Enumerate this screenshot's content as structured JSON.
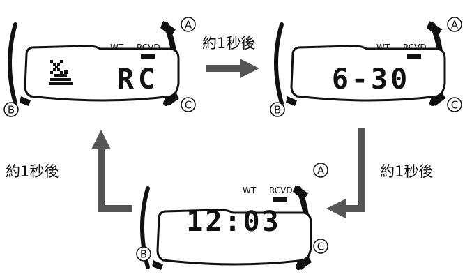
{
  "steps": [
    {
      "indicators": {
        "wt": "WT",
        "rcvd": "RCVD"
      },
      "display": "RC",
      "buttons": {
        "a": "A",
        "b": "B",
        "c": "C"
      }
    },
    {
      "indicators": {
        "wt": "WT",
        "rcvd": "RCVD"
      },
      "display": "6-30",
      "buttons": {
        "a": "A",
        "b": "B",
        "c": "C"
      }
    },
    {
      "indicators": {
        "wt": "WT",
        "rcvd": "RCVD"
      },
      "display": "12:03",
      "buttons": {
        "a": "A",
        "b": "B",
        "c": "C"
      }
    }
  ],
  "arrows": {
    "top": "約1秒後",
    "right": "約1秒後",
    "left": "約1秒後"
  },
  "icons": {
    "antenna": "antenna-icon",
    "signal_bar": "signal-bar-icon"
  },
  "colors": {
    "arrow": "#555555",
    "lcd_text": "#111111",
    "case": "#111111"
  }
}
